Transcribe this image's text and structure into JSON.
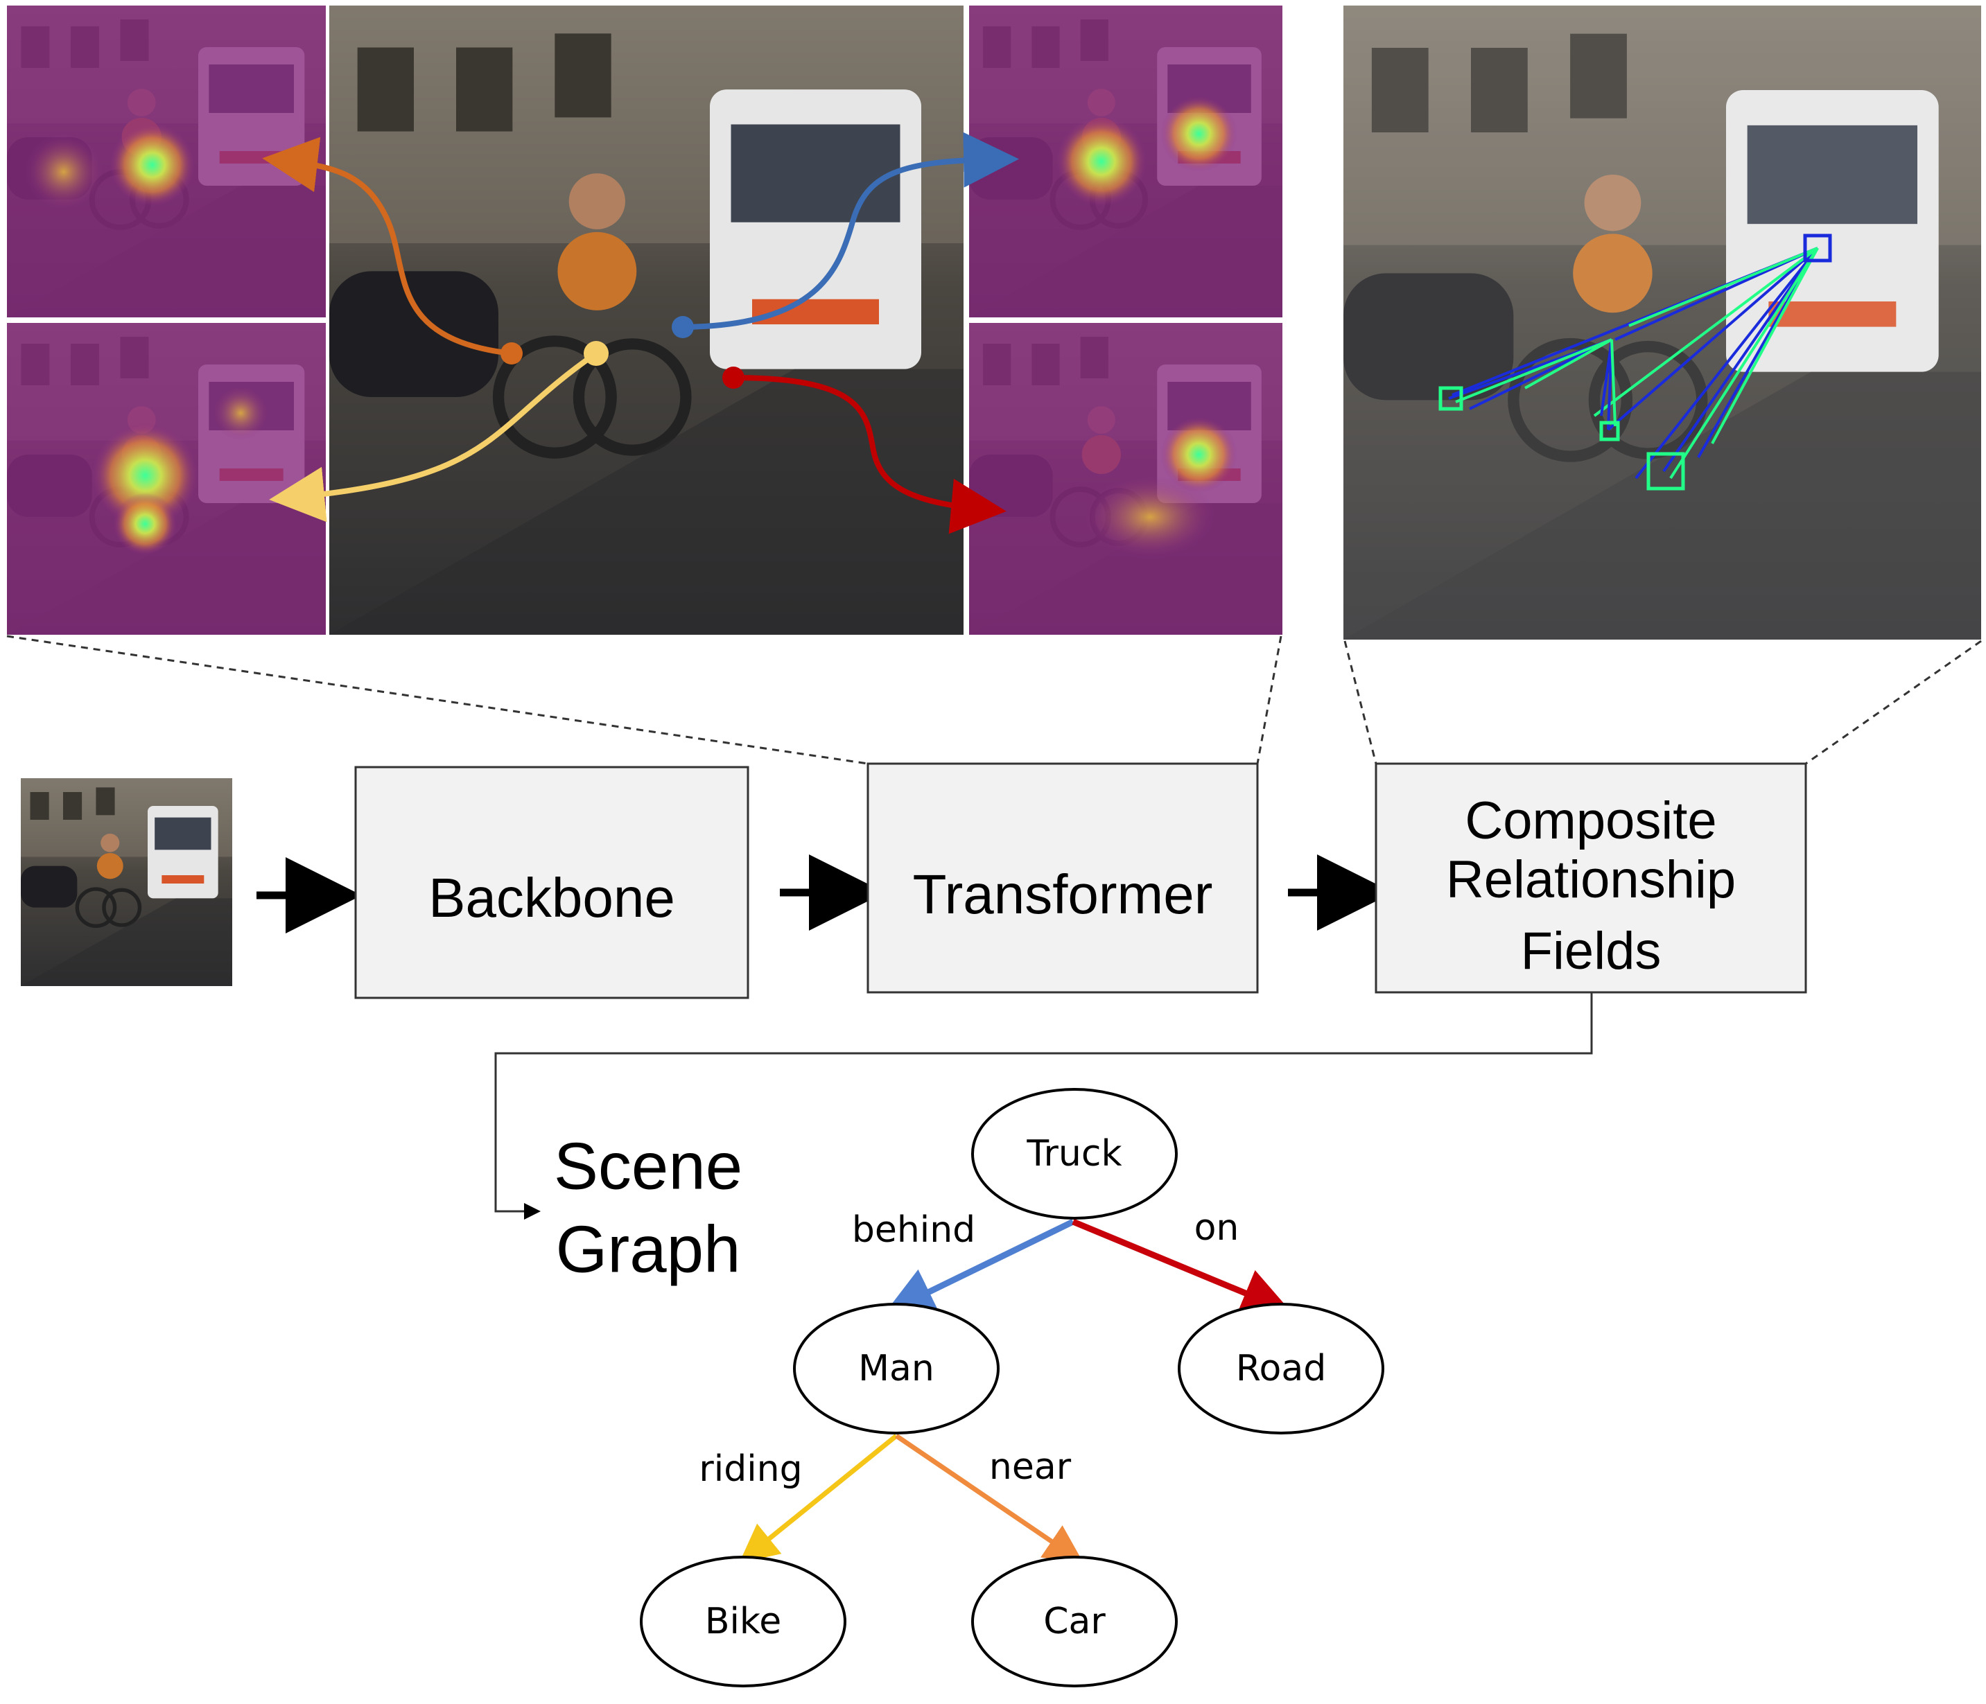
{
  "pipeline": {
    "backbone_label": "Backbone",
    "transformer_label": "Transformer",
    "crf_label_lines": [
      "Composite",
      "Relationship",
      "Fields"
    ]
  },
  "scene_graph": {
    "title_lines": [
      "Scene",
      "Graph"
    ],
    "nodes": {
      "truck": "Truck",
      "man": "Man",
      "road": "Road",
      "bike": "Bike",
      "car": "Car"
    },
    "edges": {
      "behind": "behind",
      "on": "on",
      "riding": "riding",
      "near": "near"
    }
  },
  "colors": {
    "orange_arrow": "#d2691e",
    "yellow_arrow": "#f5cf6a",
    "blue_arrow": "#3a6db5",
    "red_arrow": "#c00000",
    "edge_behind": "#4f7fd0",
    "edge_on": "#c8000a",
    "edge_riding": "#f5c518",
    "edge_near": "#f08a3c",
    "heatmap_bg": "#8a2a82",
    "field_green": "#22ff88",
    "field_blue": "#1a2bdc"
  }
}
